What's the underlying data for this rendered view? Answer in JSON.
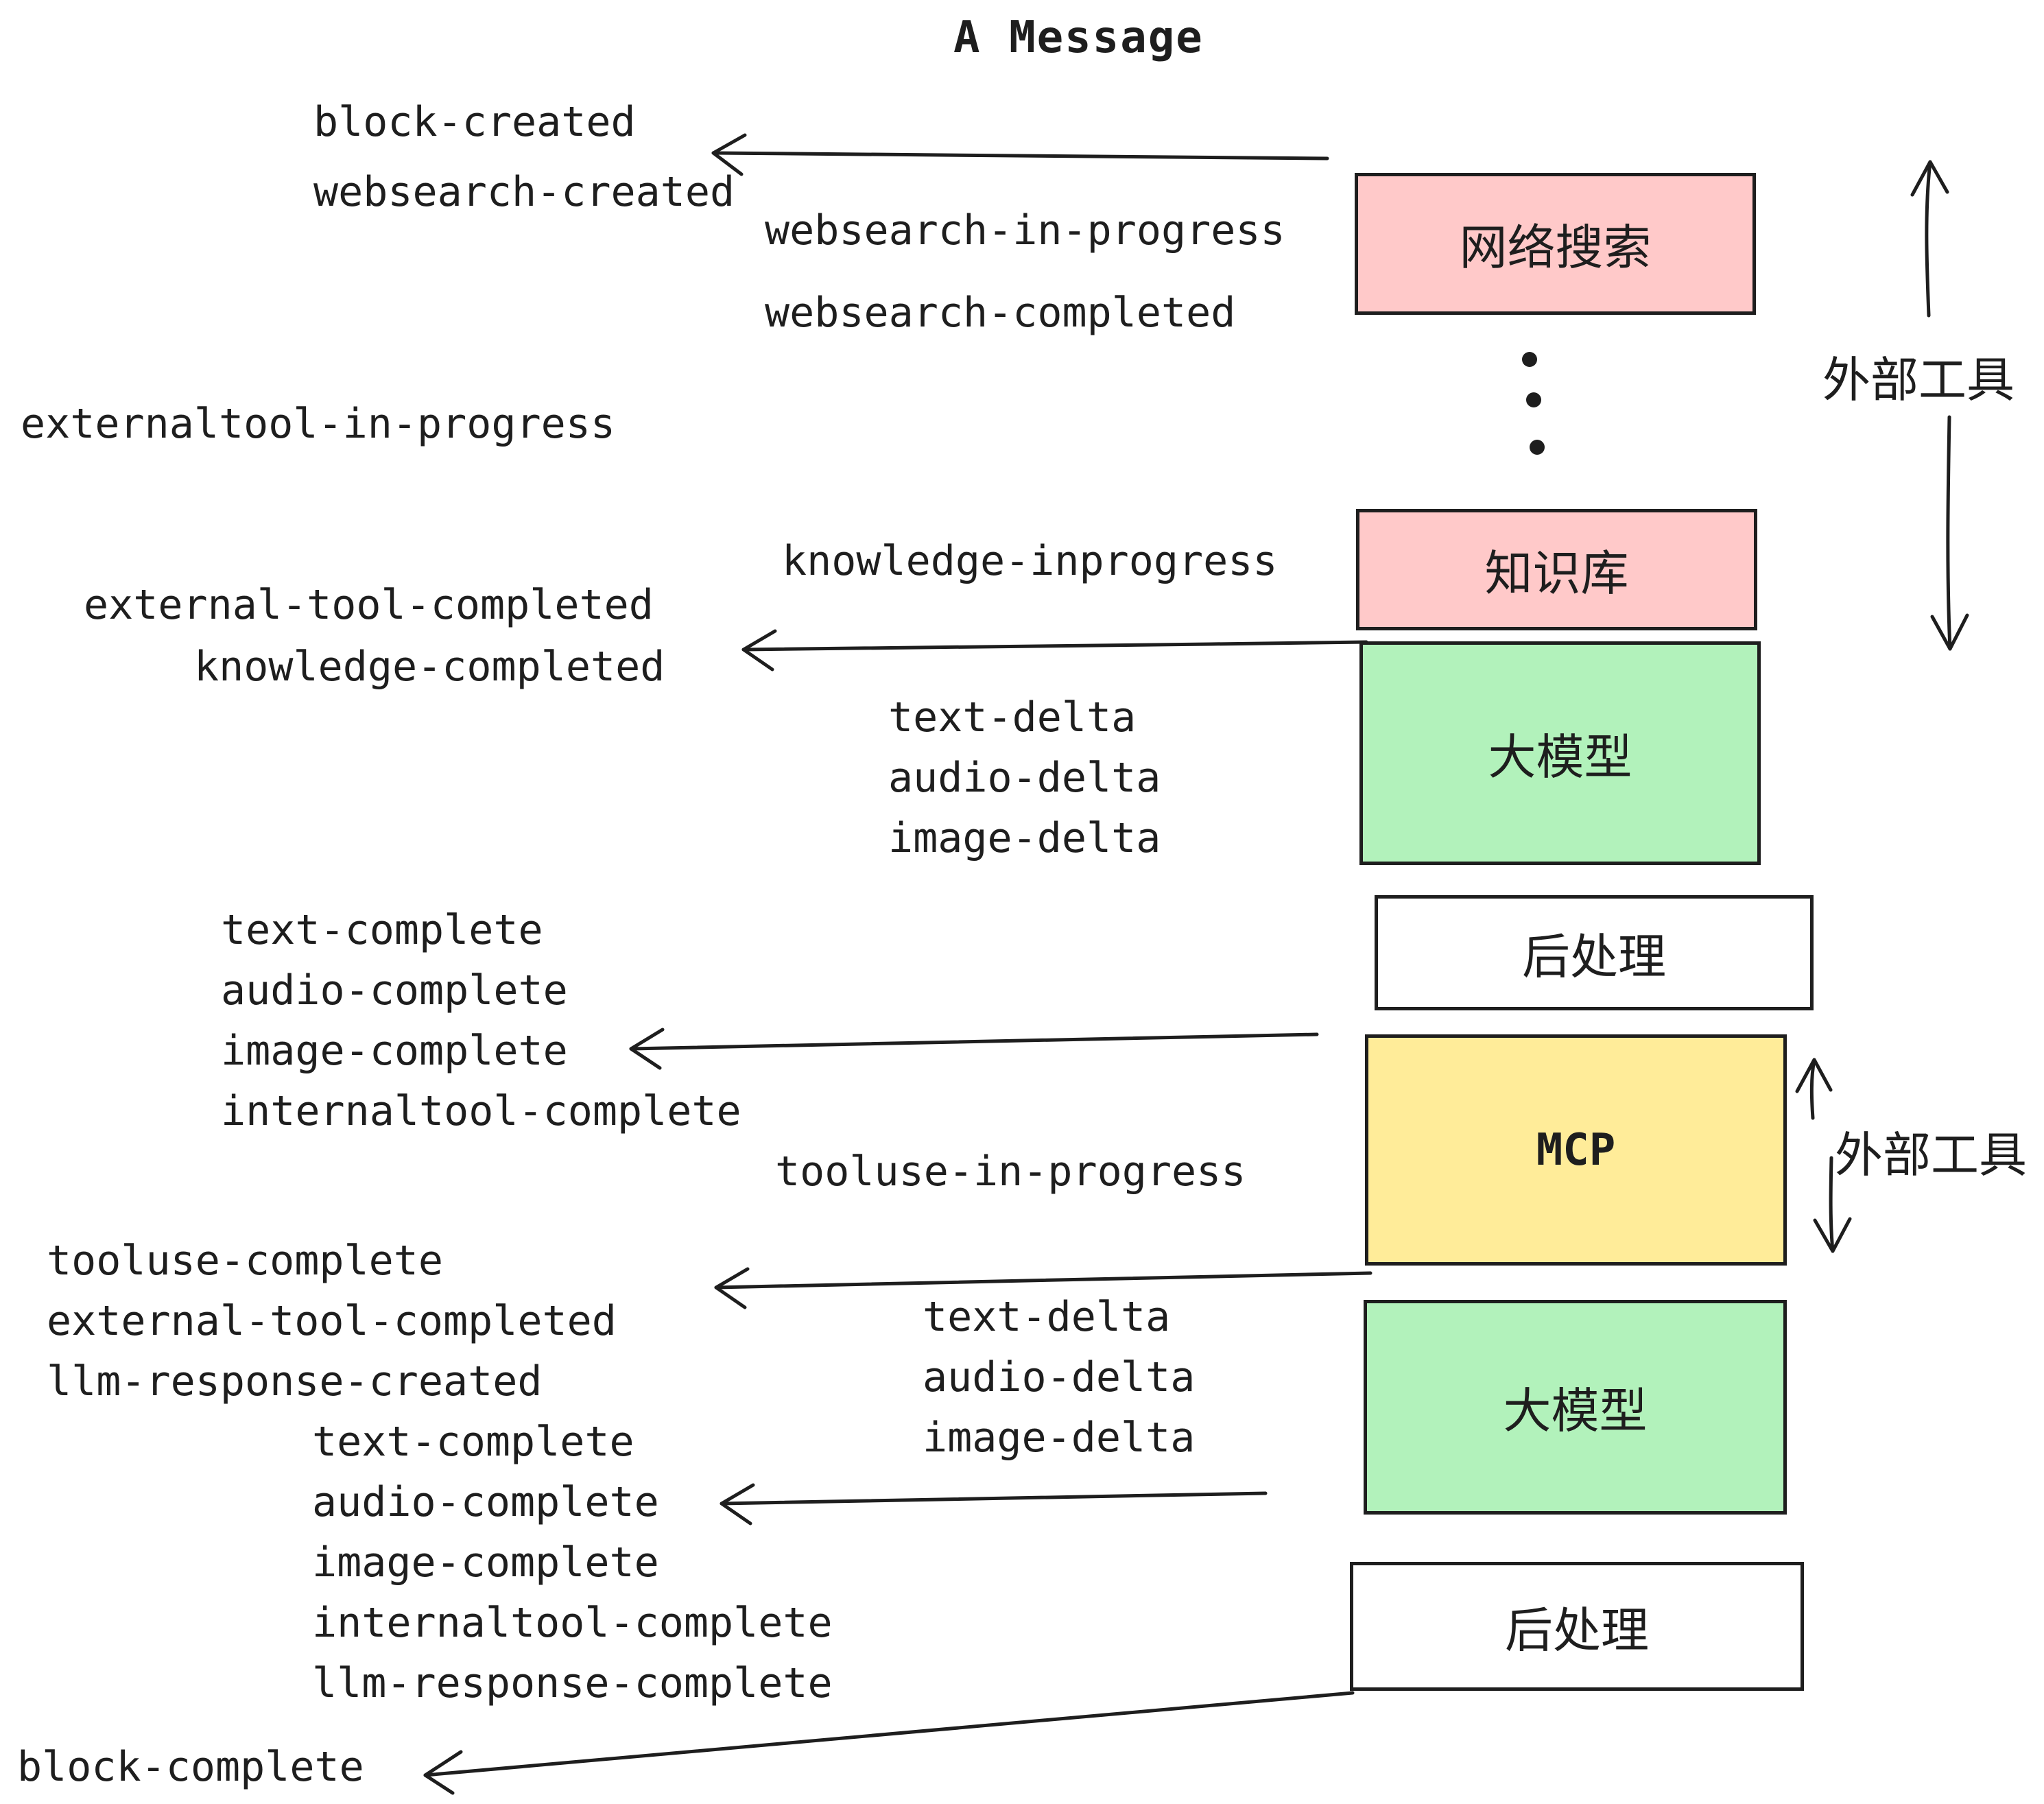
{
  "title": "A Message",
  "colors": {
    "ink": "#1e1e1e",
    "external_tool_box": "#ffc9c9",
    "llm_box": "#b2f2bb",
    "mcp_box": "#ffec99",
    "postprocess_box": "#ffffff",
    "background": "#ffffff"
  },
  "events": [
    {
      "text": "block-created"
    },
    {
      "text": "websearch-created"
    },
    {
      "text": "websearch-in-progress"
    },
    {
      "text": "websearch-completed"
    },
    {
      "text": "externaltool-in-progress"
    },
    {
      "text": "knowledge-inprogress"
    },
    {
      "text": "external-tool-completed"
    },
    {
      "text": "knowledge-completed"
    },
    {
      "text": "text-delta"
    },
    {
      "text": "audio-delta"
    },
    {
      "text": "image-delta"
    },
    {
      "text": "text-complete"
    },
    {
      "text": "audio-complete"
    },
    {
      "text": "image-complete"
    },
    {
      "text": "internaltool-complete"
    },
    {
      "text": "tooluse-in-progress"
    },
    {
      "text": "tooluse-complete"
    },
    {
      "text": "external-tool-completed"
    },
    {
      "text": "llm-response-created"
    },
    {
      "text": "text-delta"
    },
    {
      "text": "audio-delta"
    },
    {
      "text": "image-delta"
    },
    {
      "text": "text-complete"
    },
    {
      "text": "audio-complete"
    },
    {
      "text": "image-complete"
    },
    {
      "text": "internaltool-complete"
    },
    {
      "text": "llm-response-complete"
    },
    {
      "text": "block-complete"
    }
  ],
  "nodes": [
    {
      "label": "网络搜索",
      "color": "#ffc9c9"
    },
    {
      "label": "知识库",
      "color": "#ffc9c9"
    },
    {
      "label": "大模型",
      "color": "#b2f2bb"
    },
    {
      "label": "后处理",
      "color": "#ffffff"
    },
    {
      "label": "MCP",
      "color": "#ffec99"
    },
    {
      "label": "大模型",
      "color": "#b2f2bb"
    },
    {
      "label": "后处理",
      "color": "#ffffff"
    }
  ],
  "side_labels": [
    {
      "text": "外部工具"
    },
    {
      "text": "外部工具"
    }
  ],
  "ellipsis": {
    "dots": 3
  }
}
